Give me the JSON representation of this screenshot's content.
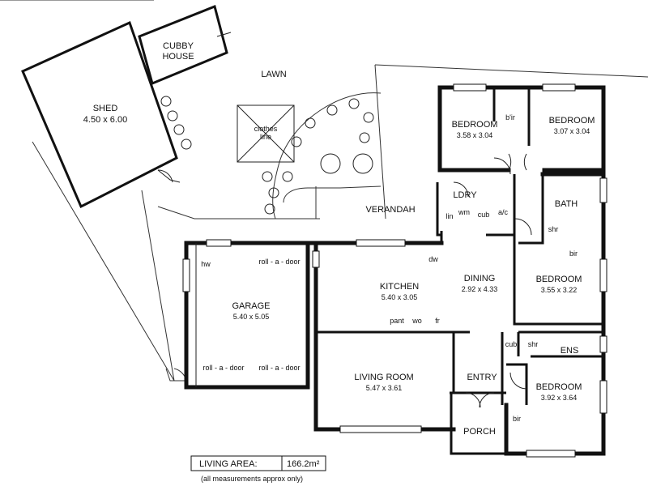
{
  "rooms": {
    "cubby_house": [
      "CUBBY",
      "HOUSE"
    ],
    "lawn": "LAWN",
    "shed": {
      "name": "SHED",
      "dims": "4.50 x 6.00"
    },
    "clothes_line": [
      "clothes",
      "line"
    ],
    "bedroom1": {
      "name": "BEDROOM",
      "dims": "3.58 x 3.04"
    },
    "bedroom2": {
      "name": "BEDROOM",
      "dims": "3.07 x 3.04"
    },
    "bir": "b'ir",
    "laundry": "LDRY",
    "verandah": "VERANDAH",
    "bath": "BATH",
    "shr": "shr",
    "lin": "lin",
    "wm": "wm",
    "cub": "cub",
    "ac": "a/c",
    "garage": {
      "name": "GARAGE",
      "dims": "5.40 x 5.05"
    },
    "hw": "hw",
    "roll_door_top": "roll - a - door",
    "roll_door_bottom_left": "roll - a - door",
    "roll_door_bottom_right": "roll - a - door",
    "kitchen": {
      "name": "KITCHEN",
      "dims": "5.40 x 3.05"
    },
    "dw": "dw",
    "pant": "pant",
    "wo": "wo",
    "fr": "fr",
    "dining": {
      "name": "DINING",
      "dims": "2.92 x 4.33"
    },
    "bedroom3": {
      "name": "BEDROOM",
      "dims": "3.55 x 3.22"
    },
    "bir3": "bir",
    "cub2": "cub",
    "shr2": "shr",
    "ens": "ENS",
    "living": {
      "name": "LIVING ROOM",
      "dims": "5.47 x 3.61"
    },
    "entry": "ENTRY",
    "bedroom4": {
      "name": "BEDROOM",
      "dims": "3.92 x 3.64"
    },
    "bir4": "bir",
    "porch": "PORCH"
  },
  "living_area": {
    "label": "LIVING AREA:",
    "value": "166.2m²"
  },
  "note": "(all measurements approx only)"
}
